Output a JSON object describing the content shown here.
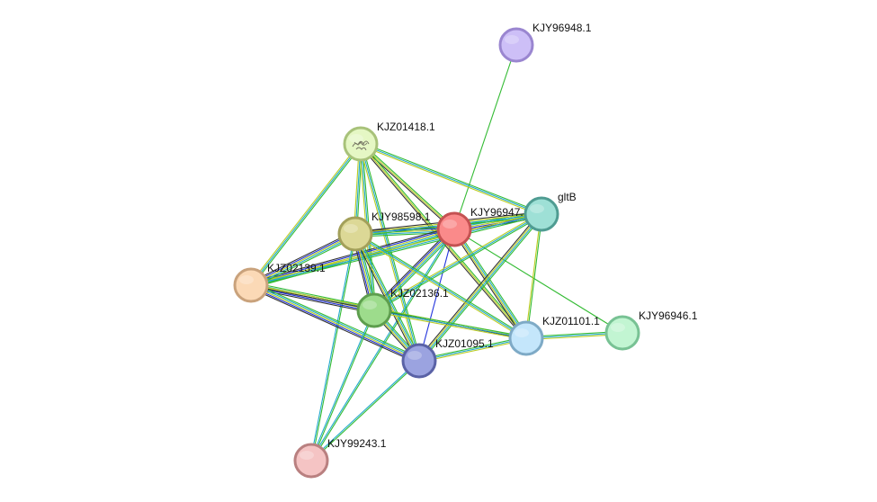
{
  "network": {
    "nodes": [
      {
        "id": "KJY96948.1",
        "label": "KJY96948.1",
        "fill": "#cdbff7",
        "stroke": "#9a86d0"
      },
      {
        "id": "KJZ01418.1",
        "label": "KJZ01418.1",
        "fill": "#e5f7c4",
        "stroke": "#a8c27a",
        "structure_icon": true
      },
      {
        "id": "KJY96947",
        "label": "KJY96947.",
        "fill": "#fa8a8a",
        "stroke": "#c45252"
      },
      {
        "id": "gltB",
        "label": "gltB",
        "fill": "#9ee0d6",
        "stroke": "#4f9c92"
      },
      {
        "id": "KJY98598.1",
        "label": "KJY98598.1",
        "fill": "#dcd896",
        "stroke": "#a3a05a"
      },
      {
        "id": "KJZ02139.1",
        "label": "KJZ02139.1",
        "fill": "#fbd9b6",
        "stroke": "#c9a27c"
      },
      {
        "id": "KJZ02136.1",
        "label": "KJZ02136.1",
        "fill": "#9ddc8c",
        "stroke": "#5e9e4e"
      },
      {
        "id": "KJZ01101.1",
        "label": "KJZ01101.1",
        "fill": "#c4e6fb",
        "stroke": "#7eaac6"
      },
      {
        "id": "KJY96946.1",
        "label": "KJY96946.1",
        "fill": "#c2f5d2",
        "stroke": "#78c294"
      },
      {
        "id": "KJZ01095.1",
        "label": "KJZ01095.1",
        "fill": "#9ba3e0",
        "stroke": "#5a62a6"
      },
      {
        "id": "KJY99243.1",
        "label": "KJY99243.1",
        "fill": "#f5c4c4",
        "stroke": "#b98080"
      }
    ],
    "edges": [
      {
        "from": "KJY96948.1",
        "to": "KJY96947",
        "colors": [
          "#33bb33"
        ]
      },
      {
        "from": "KJY96947",
        "to": "KJY96946.1",
        "colors": [
          "#33bb33"
        ]
      },
      {
        "from": "KJY96947",
        "to": "KJZ01095.1",
        "colors": [
          "#2233dd"
        ]
      },
      {
        "from": "KJZ01418.1",
        "to": "KJY96947",
        "colors": [
          "#33bb33",
          "#bbcc22",
          "#333333"
        ]
      },
      {
        "from": "KJZ01418.1",
        "to": "gltB",
        "colors": [
          "#33bb33",
          "#22aacc",
          "#bbcc22"
        ]
      },
      {
        "from": "KJZ01418.1",
        "to": "KJY98598.1",
        "colors": [
          "#33bb33",
          "#22aacc",
          "#bbcc22"
        ]
      },
      {
        "from": "KJZ01418.1",
        "to": "KJZ02139.1",
        "colors": [
          "#33bb33",
          "#22aacc",
          "#bbcc22"
        ]
      },
      {
        "from": "KJZ01418.1",
        "to": "KJZ02136.1",
        "colors": [
          "#33bb33",
          "#22aacc",
          "#bbcc22"
        ]
      },
      {
        "from": "KJZ01418.1",
        "to": "KJZ01095.1",
        "colors": [
          "#33bb33",
          "#22aacc",
          "#bbcc22"
        ]
      },
      {
        "from": "KJZ01418.1",
        "to": "KJZ01101.1",
        "colors": [
          "#33bb33",
          "#bbcc22",
          "#333333"
        ]
      },
      {
        "from": "KJY96947",
        "to": "gltB",
        "colors": [
          "#33bb33",
          "#22aacc",
          "#bbcc22",
          "#2233dd",
          "#333333"
        ]
      },
      {
        "from": "KJY96947",
        "to": "KJY98598.1",
        "colors": [
          "#33bb33",
          "#22aacc",
          "#bbcc22",
          "#2233dd",
          "#333333"
        ]
      },
      {
        "from": "KJY96947",
        "to": "KJZ02139.1",
        "colors": [
          "#33bb33",
          "#22aacc",
          "#bbcc22",
          "#2233dd",
          "#333333"
        ]
      },
      {
        "from": "KJY96947",
        "to": "KJZ02136.1",
        "colors": [
          "#33bb33",
          "#22aacc",
          "#bbcc22",
          "#2233dd",
          "#333333"
        ]
      },
      {
        "from": "KJY96947",
        "to": "KJZ01101.1",
        "colors": [
          "#33bb33",
          "#22aacc",
          "#bbcc22",
          "#333333"
        ]
      },
      {
        "from": "KJY96947",
        "to": "KJY99243.1",
        "colors": [
          "#33bb33",
          "#22aacc"
        ]
      },
      {
        "from": "gltB",
        "to": "KJY98598.1",
        "colors": [
          "#33bb33",
          "#22aacc",
          "#bbcc22",
          "#333333"
        ]
      },
      {
        "from": "gltB",
        "to": "KJZ02139.1",
        "colors": [
          "#33bb33",
          "#22aacc",
          "#bbcc22"
        ]
      },
      {
        "from": "gltB",
        "to": "KJZ02136.1",
        "colors": [
          "#33bb33",
          "#22aacc",
          "#bbcc22"
        ]
      },
      {
        "from": "gltB",
        "to": "KJZ01095.1",
        "colors": [
          "#33bb33",
          "#22aacc",
          "#bbcc22",
          "#333333"
        ]
      },
      {
        "from": "gltB",
        "to": "KJZ01101.1",
        "colors": [
          "#33bb33",
          "#bbcc22"
        ]
      },
      {
        "from": "KJY98598.1",
        "to": "KJZ02139.1",
        "colors": [
          "#33bb33",
          "#22aacc",
          "#bbcc22",
          "#2233dd",
          "#333333"
        ]
      },
      {
        "from": "KJY98598.1",
        "to": "KJZ02136.1",
        "colors": [
          "#33bb33",
          "#22aacc",
          "#bbcc22",
          "#2233dd",
          "#333333"
        ]
      },
      {
        "from": "KJY98598.1",
        "to": "KJZ01095.1",
        "colors": [
          "#33bb33",
          "#22aacc",
          "#bbcc22",
          "#333333"
        ]
      },
      {
        "from": "KJY98598.1",
        "to": "KJZ01101.1",
        "colors": [
          "#33bb33",
          "#22aacc",
          "#bbcc22"
        ]
      },
      {
        "from": "KJY98598.1",
        "to": "KJY99243.1",
        "colors": [
          "#33bb33",
          "#22aacc"
        ]
      },
      {
        "from": "KJZ02139.1",
        "to": "KJZ02136.1",
        "colors": [
          "#33bb33",
          "#22aacc",
          "#bbcc22",
          "#2233dd",
          "#333333"
        ]
      },
      {
        "from": "KJZ02139.1",
        "to": "KJZ01095.1",
        "colors": [
          "#33bb33",
          "#22aacc",
          "#bbcc22",
          "#2233dd",
          "#333333"
        ]
      },
      {
        "from": "KJZ02139.1",
        "to": "KJZ01101.1",
        "colors": [
          "#bbcc22",
          "#333333"
        ]
      },
      {
        "from": "KJZ02136.1",
        "to": "KJZ01095.1",
        "colors": [
          "#33bb33",
          "#22aacc",
          "#bbcc22",
          "#333333"
        ]
      },
      {
        "from": "KJZ02136.1",
        "to": "KJZ01101.1",
        "colors": [
          "#33bb33",
          "#22aacc",
          "#bbcc22"
        ]
      },
      {
        "from": "KJZ02136.1",
        "to": "KJY99243.1",
        "colors": [
          "#33bb33",
          "#22aacc"
        ]
      },
      {
        "from": "KJZ01095.1",
        "to": "KJZ01101.1",
        "colors": [
          "#33bb33",
          "#22aacc",
          "#bbcc22"
        ]
      },
      {
        "from": "KJZ01095.1",
        "to": "KJY99243.1",
        "colors": [
          "#33bb33",
          "#22aacc"
        ]
      },
      {
        "from": "KJZ01101.1",
        "to": "KJY96946.1",
        "colors": [
          "#33bb33",
          "#22aacc",
          "#bbcc22"
        ]
      }
    ]
  }
}
